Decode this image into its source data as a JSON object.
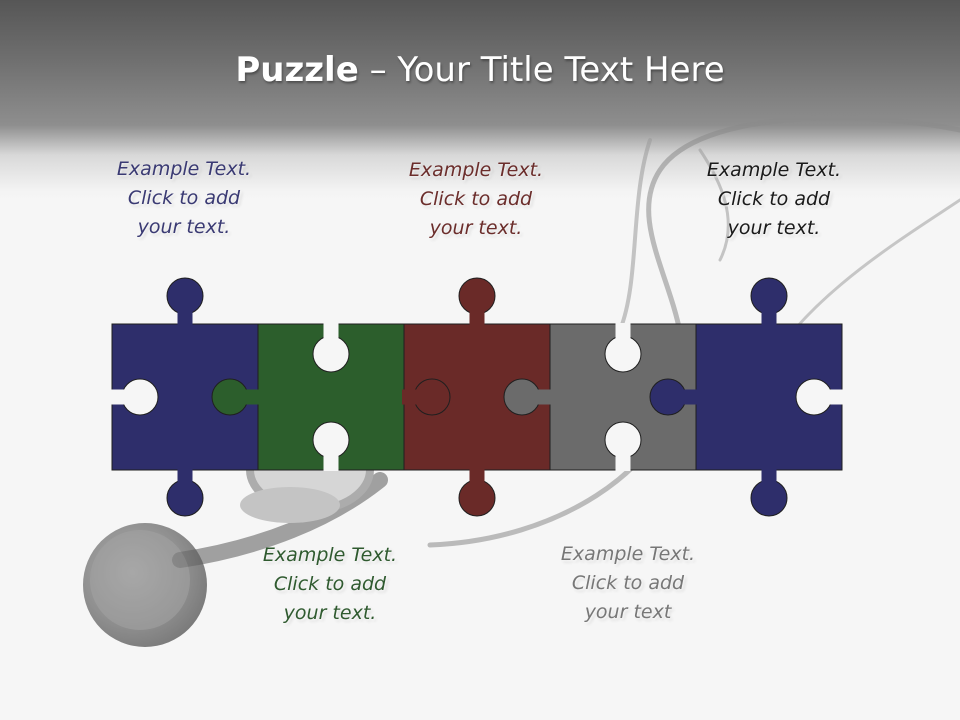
{
  "slide": {
    "title_bold": "Puzzle",
    "title_rest": " – Your Title Text Here"
  },
  "captions": {
    "top_left": {
      "line1": "Example Text.",
      "line2": "Click  to add",
      "line3": "your text.",
      "color": "#3a3a73"
    },
    "top_middle": {
      "line1": "Example Text.",
      "line2": "Click  to add",
      "line3": "your text.",
      "color": "#6b2d2b"
    },
    "top_right": {
      "line1": "Example Text.",
      "line2": "Click  to add",
      "line3": "your text.",
      "color": "#1a1a1a"
    },
    "bottom_left": {
      "line1": "Example Text.",
      "line2": "Click  to add",
      "line3": "your text.",
      "color": "#2f5a2f"
    },
    "bottom_right": {
      "line1": "Example Text.",
      "line2": "Click  to add",
      "line3": "your text",
      "color": "#777777"
    }
  },
  "puzzle_pieces": [
    {
      "name": "blue",
      "color": "#2e2e6b"
    },
    {
      "name": "green",
      "color": "#2c5e2c"
    },
    {
      "name": "red",
      "color": "#6a2a28"
    },
    {
      "name": "gray",
      "color": "#6b6b6b"
    },
    {
      "name": "navy",
      "color": "#2e2e6b"
    }
  ]
}
